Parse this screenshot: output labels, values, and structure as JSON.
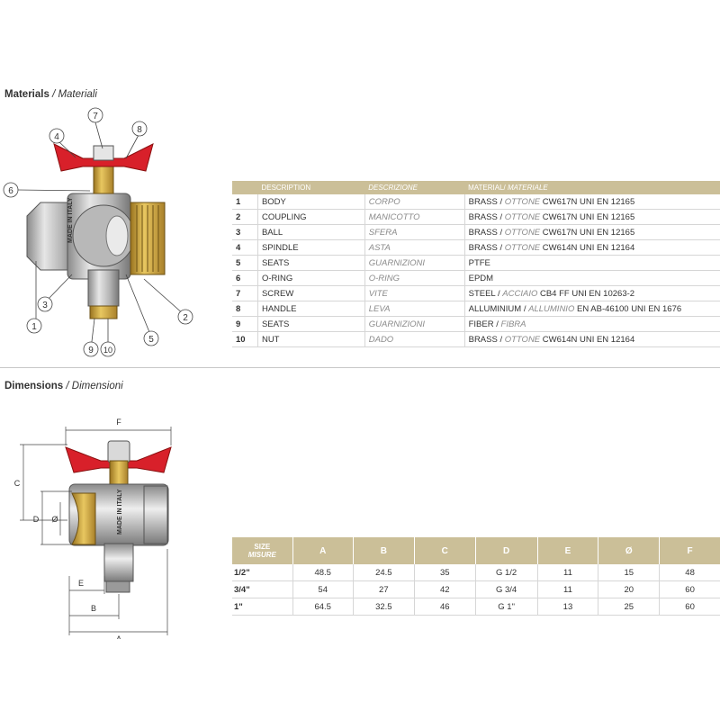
{
  "materials_section": {
    "title": "Materials",
    "title_it": "/ Materiali"
  },
  "dimensions_section": {
    "title": "Dimensions",
    "title_it": "/ Dimensioni"
  },
  "materials_table": {
    "headers": {
      "col1": "",
      "col2": "DESCRIPTION",
      "col3": "DESCRIZIONE",
      "col4a": "MATERIAL/",
      "col4b": " MATERIALE"
    },
    "rows": [
      {
        "num": "1",
        "desc": "BODY",
        "desc_it": "CORPO",
        "mat_a": "BRASS / ",
        "mat_it": "OTTONE",
        "mat_b": " CW617N UNI EN 12165"
      },
      {
        "num": "2",
        "desc": "COUPLING",
        "desc_it": "MANICOTTO",
        "mat_a": "BRASS / ",
        "mat_it": "OTTONE",
        "mat_b": " CW617N UNI EN 12165"
      },
      {
        "num": "3",
        "desc": "BALL",
        "desc_it": "SFERA",
        "mat_a": "BRASS / ",
        "mat_it": "OTTONE",
        "mat_b": " CW617N UNI EN 12165"
      },
      {
        "num": "4",
        "desc": "SPINDLE",
        "desc_it": "ASTA",
        "mat_a": "BRASS / ",
        "mat_it": "OTTONE",
        "mat_b": " CW614N UNI EN 12164"
      },
      {
        "num": "5",
        "desc": "SEATS",
        "desc_it": "GUARNIZIONI",
        "mat_a": "PTFE",
        "mat_it": "",
        "mat_b": ""
      },
      {
        "num": "6",
        "desc": "O-RING",
        "desc_it": "O-RING",
        "mat_a": "EPDM",
        "mat_it": "",
        "mat_b": ""
      },
      {
        "num": "7",
        "desc": "SCREW",
        "desc_it": "VITE",
        "mat_a": "STEEL / ",
        "mat_it": "ACCIAIO",
        "mat_b": " CB4  FF UNI EN 10263-2"
      },
      {
        "num": "8",
        "desc": "HANDLE",
        "desc_it": "LEVA",
        "mat_a": "ALLUMINIUM / ",
        "mat_it": "ALLUMINIO",
        "mat_b": " EN AB-46100 UNI EN 1676"
      },
      {
        "num": "9",
        "desc": "SEATS",
        "desc_it": "GUARNIZIONI",
        "mat_a": "FIBER / ",
        "mat_it": "FIBRA",
        "mat_b": ""
      },
      {
        "num": "10",
        "desc": "NUT",
        "desc_it": "DADO",
        "mat_a": "BRASS / ",
        "mat_it": "OTTONE",
        "mat_b": " CW614N UNI EN 12164"
      }
    ]
  },
  "dimensions_table": {
    "size_label": "SIZE",
    "size_label_it": "MISURE",
    "columns": [
      "A",
      "B",
      "C",
      "D",
      "E",
      "Ø",
      "F"
    ],
    "rows": [
      {
        "size": "1/2\"",
        "values": [
          "48.5",
          "24.5",
          "35",
          "G 1/2",
          "11",
          "15",
          "48"
        ]
      },
      {
        "size": "3/4\"",
        "values": [
          "54",
          "27",
          "42",
          "G 3/4",
          "11",
          "20",
          "60"
        ]
      },
      {
        "size": "1\"",
        "values": [
          "64.5",
          "32.5",
          "46",
          "G 1\"",
          "13",
          "25",
          "60"
        ]
      }
    ]
  },
  "exploded_diagram": {
    "callouts": [
      "1",
      "2",
      "3",
      "4",
      "5",
      "6",
      "7",
      "8",
      "9",
      "10"
    ],
    "stamp_text": "MADE IN ITALY"
  },
  "dimension_drawing": {
    "labels": [
      "F",
      "C",
      "D",
      "Ø",
      "E",
      "B",
      "A"
    ],
    "stamp_text": "MADE IN ITALY"
  },
  "colors": {
    "header_bg": "#cbbf98",
    "handle_red": "#d8202a",
    "brass": "#c9a23a",
    "steel": "#c8c8c8"
  }
}
